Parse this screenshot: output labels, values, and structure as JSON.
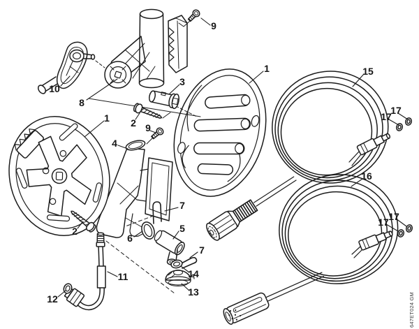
{
  "style": {
    "background": "#ffffff",
    "line_color": "#1c1c1c",
    "label_color": "#151515",
    "watermark_color": "#3a3a3a"
  },
  "watermark": {
    "text": "647ET024 GM"
  },
  "part_labels": {
    "screw_9_top": "9",
    "crank_handle_10": "10",
    "bracket_8": "8",
    "coupling_3": "3",
    "screw_2_top": "2",
    "disc_1_left": "1",
    "screw_9_mid": "9",
    "support_4": "4",
    "disc_1_center": "1",
    "hose_15": "15",
    "screw_2_bottom": "2",
    "pin_7_top": "7",
    "oring_6": "6",
    "elbow_5": "5",
    "pin_7_right": "7",
    "oring_14": "14",
    "grommet_13": "13",
    "pipe_11": "11",
    "washer_12": "12",
    "hose_16": "16",
    "oring_17_top_left": "17",
    "oring_17_top_right": "17",
    "oring_17_bottom_left": "17",
    "oring_17_bottom_right": "17"
  }
}
